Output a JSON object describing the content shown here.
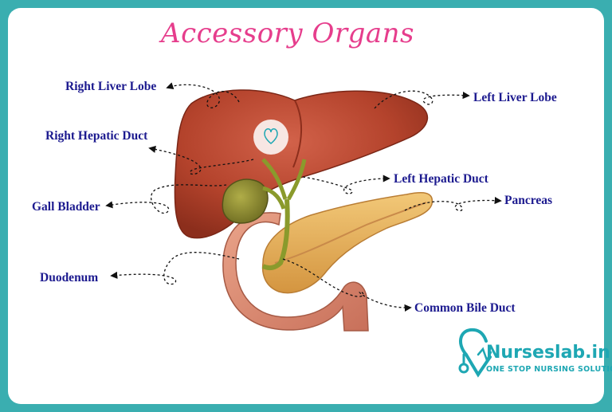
{
  "title": "Accessory Organs",
  "labels": {
    "right_liver_lobe": "Right Liver Lobe",
    "left_liver_lobe": "Left Liver Lobe",
    "right_hepatic_duct": "Right Hepatic Duct",
    "left_hepatic_duct": "Left Hepatic Duct",
    "gall_bladder": "Gall Bladder",
    "pancreas": "Pancreas",
    "duodenum": "Duodenum",
    "common_bile_duct": "Common Bile Duct"
  },
  "watermark": "Nurseslab.in",
  "brand": {
    "name": "Nurseslab.in",
    "tagline": "ONE STOP NURSING SOLUTIONS"
  },
  "colors": {
    "background": "#3aaeb0",
    "title": "#e63d8c",
    "label": "#1c1a8f",
    "liver": "#b4432c",
    "gall_bladder": "#8a8a2c",
    "pancreas": "#e8b25a",
    "duodenum": "#d98a72",
    "brand": "#1ea7b3"
  }
}
